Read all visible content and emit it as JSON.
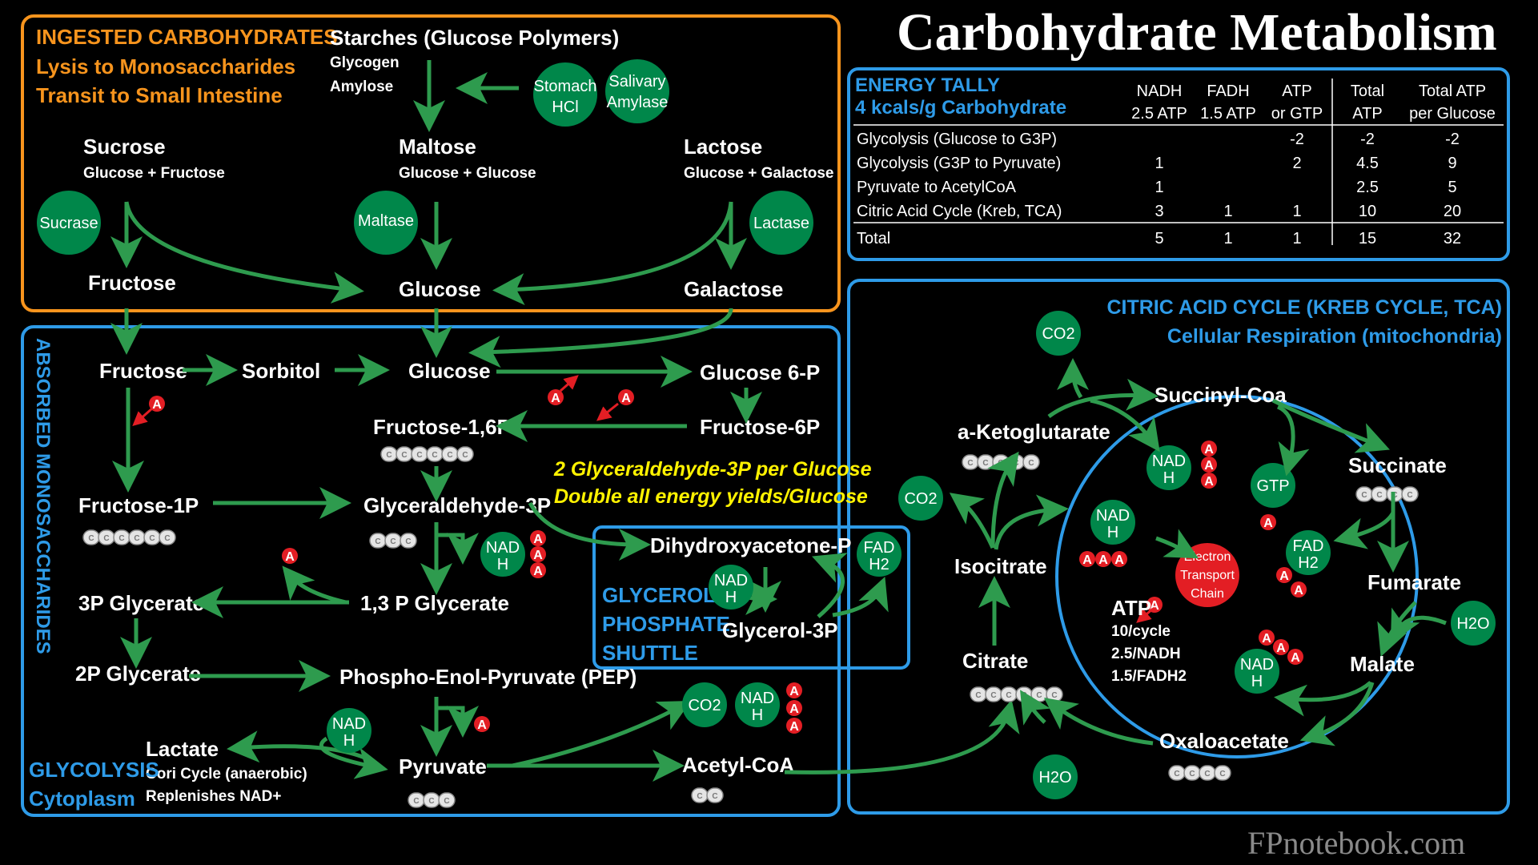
{
  "title": "Carbohydrate Metabolism",
  "watermark": "FPnotebook.com",
  "ingested": {
    "heading": [
      "INGESTED CARBOHYDRATES",
      "Lysis to Monosaccharides",
      "Transit to Small Intestine"
    ],
    "starches": "Starches (Glucose Polymers)",
    "glycogen": "Glycogen",
    "amylose": "Amylose",
    "sucrose": "Sucrose",
    "sucrose_sub": "Glucose + Fructose",
    "maltose": "Maltose",
    "maltose_sub": "Glucose + Glucose",
    "lactose": "Lactose",
    "lactose_sub": "Glucose + Galactose",
    "fructose": "Fructose",
    "glucose": "Glucose",
    "galactose": "Galactose"
  },
  "enzymes": {
    "stomach": [
      "Stomach",
      "HCl"
    ],
    "salivary": [
      "Salivary",
      "Amylase"
    ],
    "sucrase": "Sucrase",
    "maltase": "Maltase",
    "lactase": "Lactase"
  },
  "absorbed": {
    "side_label": "ABSORBED MONOSACCHARIDES",
    "fructose": "Fructose",
    "sorbitol": "Sorbitol",
    "glucose": "Glucose",
    "glucose6p": "Glucose 6-P",
    "fructose6p": "Fructose-6P",
    "fructose16p": "Fructose-1,6P",
    "fructose1p": "Fructose-1P",
    "g3p": "Glyceraldehyde-3P",
    "note1": "2 Glyceraldehyde-3P per Glucose",
    "note2": "Double all energy yields/Glucose",
    "dhap": "Dihydroxyacetone-P",
    "p13g": "1,3 P Glycerate",
    "p3g": "3P Glycerate",
    "p2g": "2P Glycerate",
    "pep": "Phospho-Enol-Pyruvate (PEP)",
    "lactate": "Lactate",
    "cori": "Cori Cycle (anaerobic)",
    "replenish": "Replenishes NAD+",
    "pyruvate": "Pyruvate",
    "acetylcoa": "Acetyl-CoA",
    "glycolysis": [
      "GLYCOLYSIS",
      "Cytoplasm"
    ]
  },
  "shuttle": {
    "label": [
      "GLYCEROL",
      "PHOSPHATE",
      "SHUTTLE"
    ],
    "glycerol3p": "Glycerol-3P"
  },
  "cofactors": {
    "nadh": [
      "NAD",
      "H"
    ],
    "fadh2": [
      "FAD",
      "H2"
    ],
    "co2": "CO2",
    "h2o": "H2O",
    "gtp": "GTP",
    "atp_badge": "A",
    "carbon": "C"
  },
  "tally": {
    "heading": [
      "ENERGY TALLY",
      "4 kcals/g Carbohydrate"
    ],
    "columns": [
      [
        "NADH",
        "2.5 ATP"
      ],
      [
        "FADH",
        "1.5 ATP"
      ],
      [
        "ATP",
        "or GTP"
      ],
      [
        "Total",
        "ATP"
      ],
      [
        "Total ATP",
        "per Glucose"
      ]
    ],
    "rows": [
      {
        "name": "Glycolysis (Glucose to G3P)",
        "nadh": "",
        "fadh": "",
        "atp": "-2",
        "total": "-2",
        "per": "-2"
      },
      {
        "name": "Glycolysis (G3P to Pyruvate)",
        "nadh": "1",
        "fadh": "",
        "atp": "2",
        "total": "4.5",
        "per": "9"
      },
      {
        "name": "Pyruvate to AcetylCoA",
        "nadh": "1",
        "fadh": "",
        "atp": "",
        "total": "2.5",
        "per": "5"
      },
      {
        "name": "Citric Acid Cycle (Kreb, TCA)",
        "nadh": "3",
        "fadh": "1",
        "atp": "1",
        "total": "10",
        "per": "20"
      },
      {
        "name": "Total",
        "nadh": "5",
        "fadh": "1",
        "atp": "1",
        "total": "15",
        "per": "32"
      }
    ],
    "highlight_color": "#FFF200"
  },
  "tca": {
    "heading": [
      "CITRIC ACID CYCLE (KREB CYCLE, TCA)",
      "Cellular Respiration (mitochondria)"
    ],
    "succinylcoa": "Succinyl-Coa",
    "akg": "a-Ketoglutarate",
    "succinate": "Succinate",
    "isocitrate": "Isocitrate",
    "fumarate": "Fumarate",
    "citrate": "Citrate",
    "malate": "Malate",
    "oxaloacetate": "Oxaloacetate",
    "etc": [
      "Electron",
      "Transport",
      "Chain"
    ],
    "atp_label": "ATP",
    "atp_lines": [
      "10/cycle",
      "2.5/NADH",
      "1.5/FADH2"
    ]
  },
  "colors": {
    "orange": "#F7941D",
    "blue": "#2E9BE8",
    "green_circle": "#00874A",
    "arrow": "#2E9B4E",
    "badge": "#E31E24"
  }
}
